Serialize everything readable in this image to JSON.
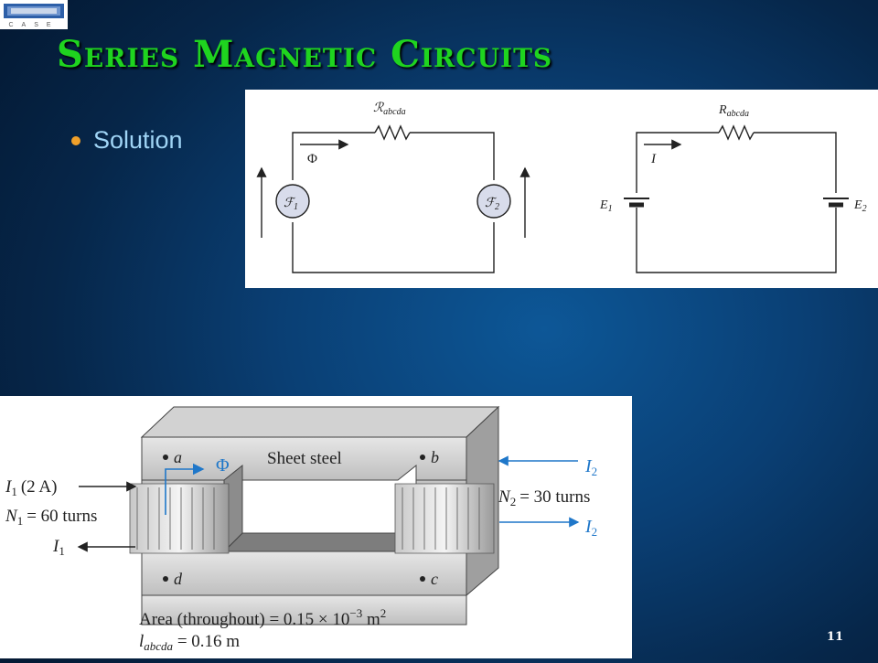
{
  "slide": {
    "logo_text": "CASE",
    "title": "Series Magnetic Circuits",
    "bullet": "Solution",
    "page_number": "11"
  },
  "magnetic_circuit": {
    "reluctance_label": "ℛ",
    "reluctance_sub": "abcda",
    "flux_label": "Φ",
    "mmf_source_1": "ℱ",
    "mmf_source_1_sub": "1",
    "mmf_source_2": "ℱ",
    "mmf_source_2_sub": "2"
  },
  "electric_circuit": {
    "resistance_label": "R",
    "resistance_sub": "abcda",
    "current_label": "I",
    "emf_1": "E",
    "emf_1_sub": "1",
    "emf_2": "E",
    "emf_2_sub": "2"
  },
  "core": {
    "material": "Sheet steel",
    "flux_label": "Φ",
    "corner_a": "a",
    "corner_b": "b",
    "corner_c": "c",
    "corner_d": "d",
    "coil1_current_in": "I",
    "coil1_current_in_sub": "1",
    "coil1_current_value": "(2 A)",
    "coil1_turns_sym": "N",
    "coil1_turns_sub": "1",
    "coil1_turns_value": "= 60 turns",
    "coil1_current_out": "I",
    "coil1_current_out_sub": "1",
    "coil2_current_in": "I",
    "coil2_current_in_sub": "2",
    "coil2_turns_sym": "N",
    "coil2_turns_sub": "2",
    "coil2_turns_value": "= 30 turns",
    "coil2_current_out": "I",
    "coil2_current_out_sub": "2",
    "area_text": "Area (throughout) = 0.15 × 10",
    "area_exp": "−3",
    "area_unit": " m",
    "area_unit_exp": "2",
    "length_sym": "l",
    "length_sub": "abcda",
    "length_value": " = 0.16 m"
  },
  "colors": {
    "title": "#1fd41f",
    "bullet_dot": "#f0a02a",
    "bullet_text": "#9fd4f5",
    "flux_arrow": "#1f77c9"
  }
}
